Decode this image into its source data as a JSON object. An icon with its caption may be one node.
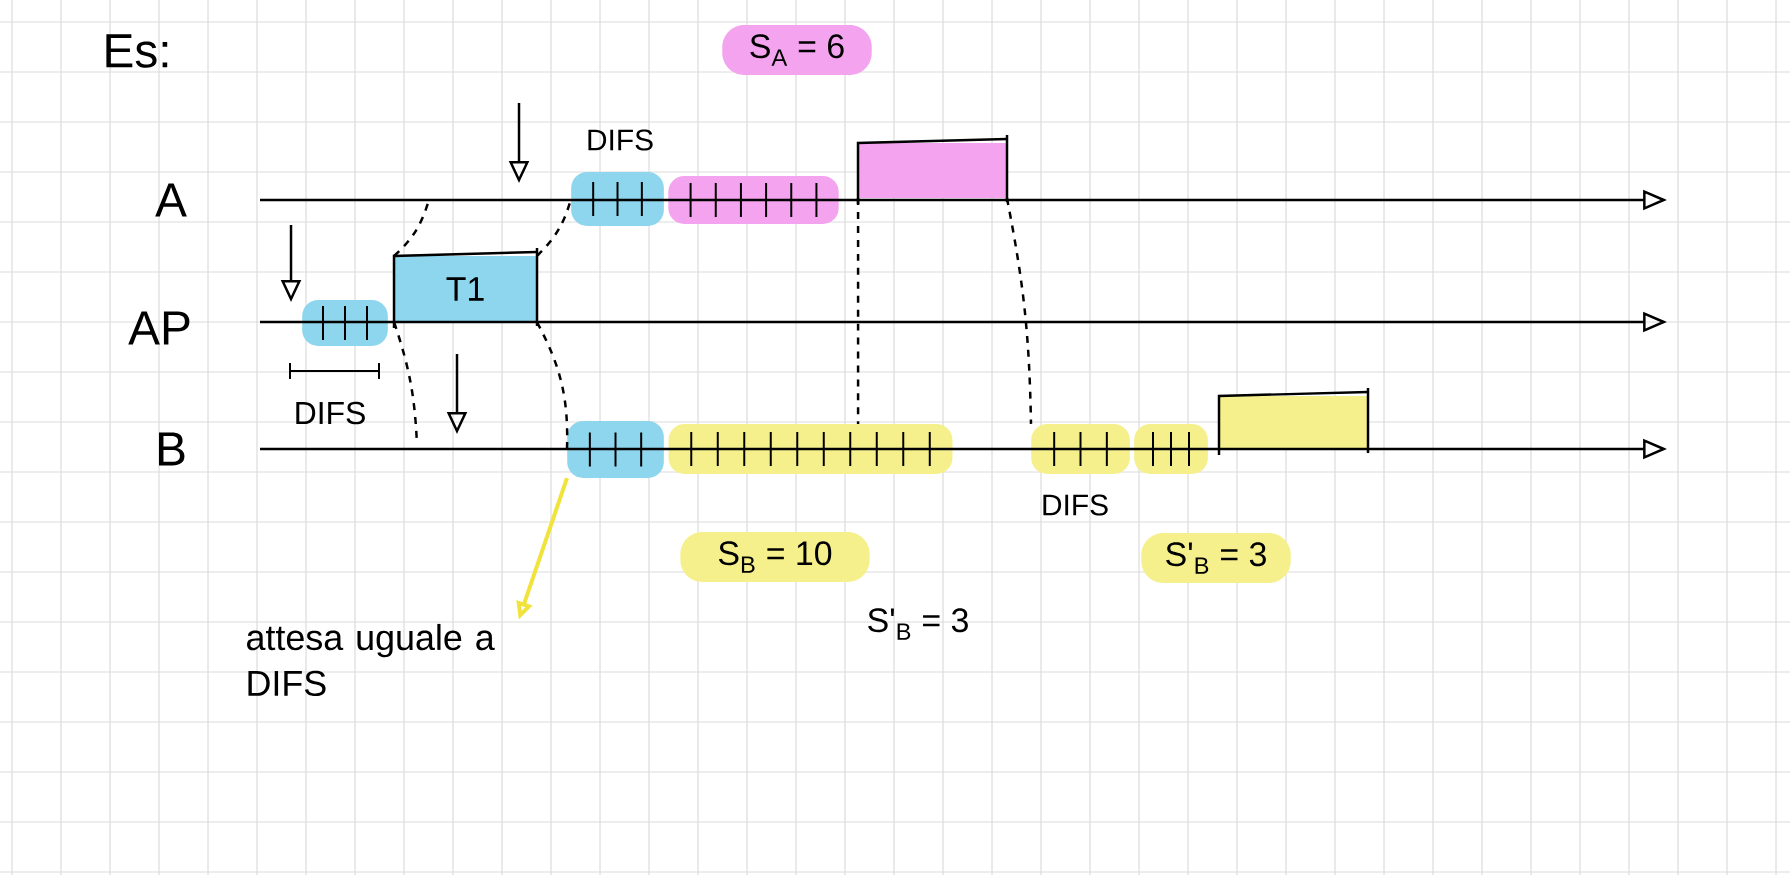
{
  "diagram": {
    "title": "Es:",
    "nodes": [
      {
        "text": [],
        "shape": "bar"
      },
      {
        "text": [
          "T1"
        ]
      },
      {
        "text": [],
        "shape": "bar",
        "beside": [
          "DIFS"
        ]
      },
      {
        "text": [],
        "shape": "bar"
      },
      {
        "text": [],
        "shape": "box"
      },
      {
        "text": [],
        "shape": "bar"
      },
      {
        "text": [],
        "shape": "bar"
      },
      {
        "text": [],
        "shape": "bar",
        "beside": [
          "DIFS"
        ]
      },
      {
        "text": [],
        "shape": "bar"
      },
      {
        "text": [],
        "shape": "box"
      },
      {
        "text": [
          "S$_{A}$ = 6"
        ]
      },
      {
        "text": [
          "S$_{B}$ = 10"
        ]
      },
      {
        "text": [
          "S'$_{B}$ = 3"
        ]
      },
      {
        "text": [
          "attesa uguale a DIFS"
        ]
      }
    ],
    "edges": [
      {
        "from": 1,
        "to": null,
        "arrow": "none",
        "style": "dashed"
      },
      {
        "from": 1,
        "to": null,
        "arrow": "none",
        "style": "dashed"
      },
      {
        "from": 1,
        "to": 2,
        "arrow": "none",
        "style": "dashed"
      },
      {
        "from": 1,
        "to": 5,
        "arrow": "none",
        "style": "dashed"
      },
      {
        "from": 4,
        "to": 6,
        "arrow": "none",
        "style": "dashed"
      },
      {
        "from": 4,
        "to": 7,
        "arrow": "none",
        "style": "dashed"
      },
      {
        "from": 5,
        "to": 13,
        "arrow": "to",
        "color": "#f2e33c"
      }
    ],
    "labels": [
      "A",
      "AP",
      "B",
      "DIFS",
      "S'$_{B}$ = 3"
    ]
  }
}
